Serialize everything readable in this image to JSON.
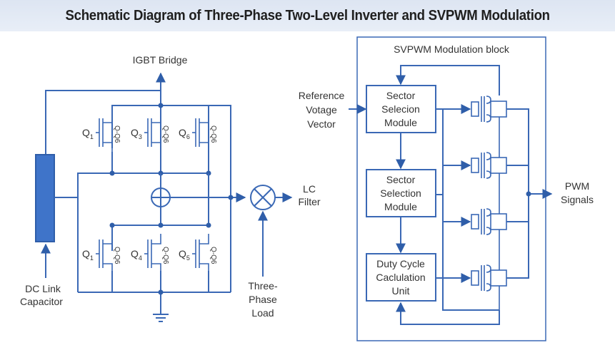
{
  "title": "Schematic Diagram of Three-Phase Two-Level Inverter and SVPWM Modulation",
  "colors": {
    "wire": "#3a68b5",
    "capacitor_fill": "#3f74c9",
    "title_background": "#dde5f2",
    "text": "#333333"
  },
  "inverter": {
    "igbt_bridge_label": "IGBT Bridge",
    "dc_link_label": [
      "DC Link",
      "Capacitor"
    ],
    "lc_filter_label": [
      "LC",
      "Filter"
    ],
    "three_phase_load_label": [
      "Three-",
      "Phase",
      "Load"
    ],
    "upper_switches": [
      {
        "label": "Q",
        "sub": "1",
        "side": "Q-Q6"
      },
      {
        "label": "Q",
        "sub": "3",
        "side": "Q-Q6"
      },
      {
        "label": "Q",
        "sub": "6",
        "side": "Q-Q6"
      }
    ],
    "lower_switches": [
      {
        "label": "Q",
        "sub": "1",
        "side": "Q-Q6"
      },
      {
        "label": "Q",
        "sub": "4",
        "side": "Q-Q6"
      },
      {
        "label": "Q",
        "sub": "5",
        "side": "Q-Q6"
      }
    ],
    "summing_junction_icon": "circle-plus-icon",
    "multiplier_icon": "circle-x-icon",
    "ground_icon": "ground-icon"
  },
  "svpwm": {
    "block_title": "SVPWM Modulation block",
    "input_label": [
      "Reference",
      "Votage",
      "Vector"
    ],
    "output_label": [
      "PWM",
      "Signals"
    ],
    "modules": [
      {
        "lines": [
          "Sector",
          "Selecion",
          "Module"
        ]
      },
      {
        "lines": [
          "Sector",
          "Selection",
          "Module"
        ]
      },
      {
        "lines": [
          "Duty Cycle",
          "Caclulation",
          "Unit"
        ]
      }
    ],
    "switch_count": 4
  }
}
